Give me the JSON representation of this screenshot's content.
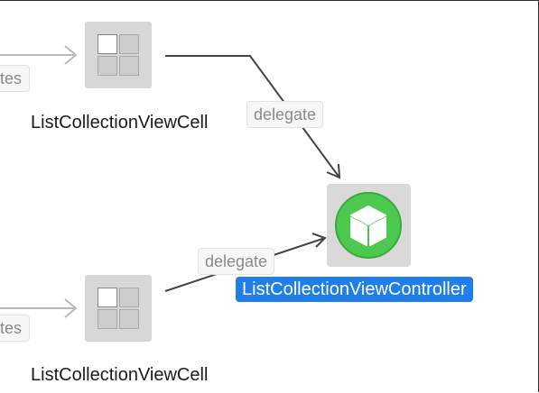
{
  "top_cell": {
    "name": "ListCollectionViewCell",
    "incoming_label": "tes",
    "outgoing_label": "delegate"
  },
  "bottom_cell": {
    "name": "ListCollectionViewCell",
    "incoming_label": "tes",
    "outgoing_label": "delegate"
  },
  "controller": {
    "name": "ListCollectionViewController",
    "icon": "cube-icon",
    "icon_color": "#4ec94f",
    "selection_color": "#1f7ee9"
  }
}
